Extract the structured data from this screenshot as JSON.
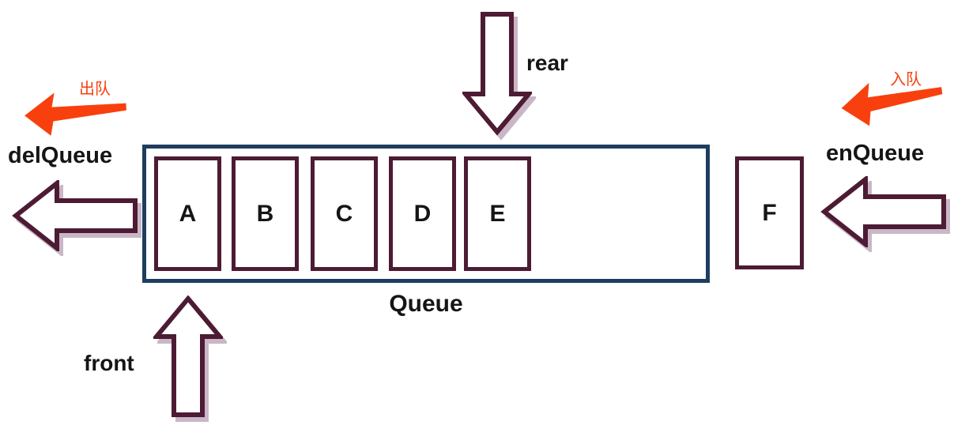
{
  "diagram": {
    "title": "Queue",
    "cells": [
      "A",
      "B",
      "C",
      "D",
      "E"
    ],
    "incoming_cell": "F",
    "pointer_rear_label": "rear",
    "pointer_front_label": "front",
    "dequeue_label": "delQueue",
    "enqueue_label": "enQueue",
    "dequeue_cn_label": "出队",
    "enqueue_cn_label": "入队",
    "colors": {
      "queue_border": "#1e3d5f",
      "cell_border": "#4d1b33",
      "arrow_outline": "#4d1b33",
      "arrow_shadow": "#c9b7c7",
      "red_arrow": "#f8400e",
      "label_text": "#151515"
    }
  }
}
